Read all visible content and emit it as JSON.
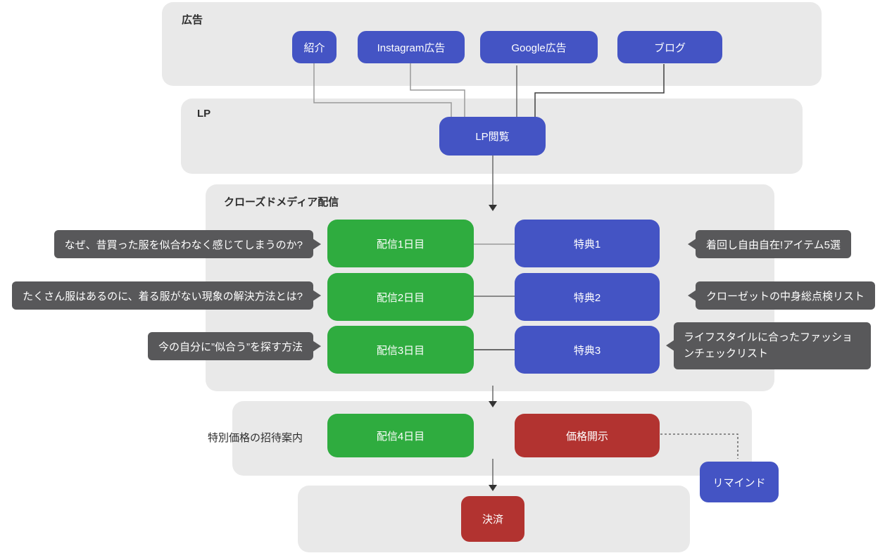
{
  "colors": {
    "blue": "#4454c4",
    "green": "#2fac3f",
    "red": "#b23330",
    "panel": "#e9e9e9",
    "callout": "#58585a",
    "text": "#2f2f2f",
    "line-light": "#9a9a9a",
    "line-mid": "#6b6b6b",
    "line-dark": "#3f3f3f",
    "arrow": "#333333"
  },
  "sections": {
    "ads": {
      "label": "広告"
    },
    "lp": {
      "label": "LP"
    },
    "closed_media": {
      "label": "クローズドメディア配信"
    },
    "special_offer": {
      "label": "特別価格の招待案内"
    }
  },
  "nodes": {
    "referral": {
      "label": "紹介"
    },
    "instagram_ad": {
      "label": "Instagram広告"
    },
    "google_ad": {
      "label": "Google広告"
    },
    "blog": {
      "label": "ブログ"
    },
    "lp_view": {
      "label": "LP閲覧"
    },
    "delivery_day1": {
      "label": "配信1日目"
    },
    "delivery_day2": {
      "label": "配信2日目"
    },
    "delivery_day3": {
      "label": "配信3日目"
    },
    "delivery_day4": {
      "label": "配信4日目"
    },
    "bonus1": {
      "label": "特典1"
    },
    "bonus2": {
      "label": "特典2"
    },
    "bonus3": {
      "label": "特典3"
    },
    "price_reveal": {
      "label": "価格開示"
    },
    "remind": {
      "label": "リマインド"
    },
    "payment": {
      "label": "決済"
    }
  },
  "callouts": {
    "left1": {
      "text": "なぜ、昔買った服を似合わなく感じてしまうのか?"
    },
    "left2": {
      "text": "たくさん服はあるのに、着る服がない現象の解決方法とは?"
    },
    "left3": {
      "text": "今の自分に”似合う”を探す方法"
    },
    "right1": {
      "text": "着回し自由自在!アイテム5選"
    },
    "right2": {
      "text": "クローゼットの中身総点検リスト"
    },
    "right3": {
      "text": "ライフスタイルに合ったファッションチェックリスト"
    }
  }
}
